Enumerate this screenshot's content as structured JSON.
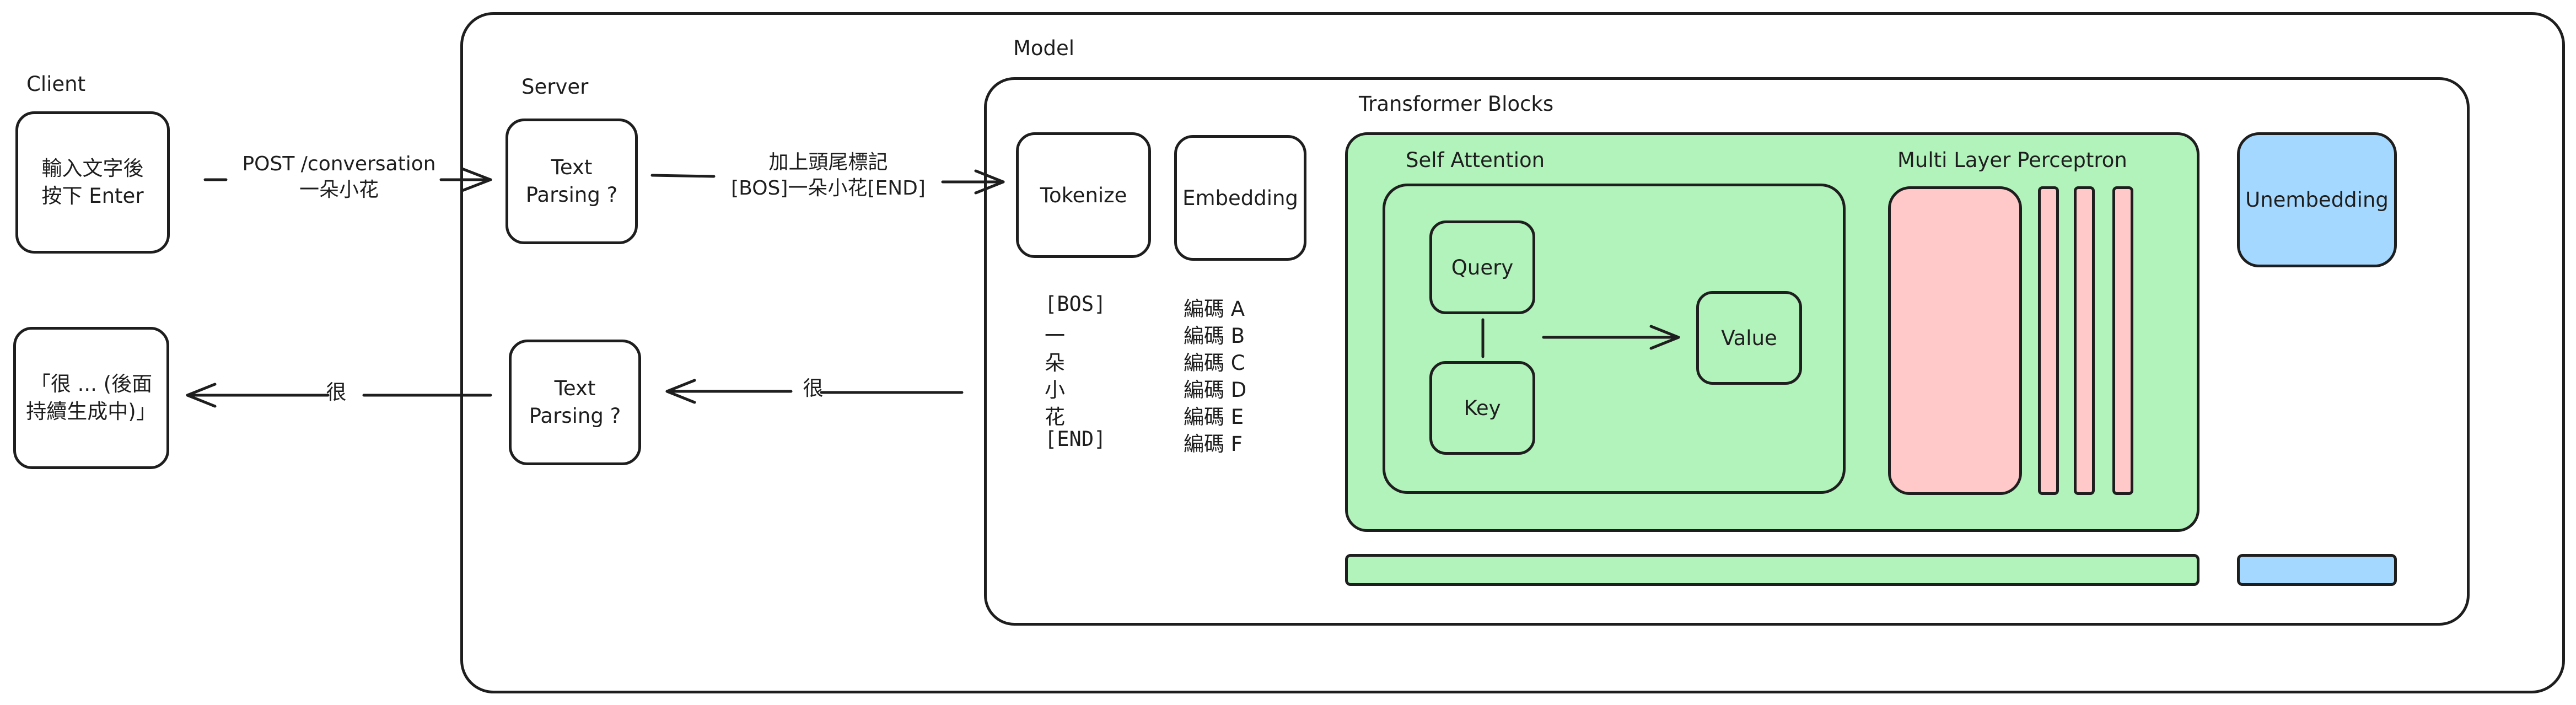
{
  "colors": {
    "stroke": "#1e1e1e",
    "green": "#b2f2bb",
    "red": "#ffc9c9",
    "blue": "#a5d8ff"
  },
  "labels": {
    "client": "Client",
    "server": "Server",
    "model": "Model",
    "transformer_blocks": "Transformer Blocks",
    "self_attention": "Self Attention",
    "mlp": "Multi Layer Perceptron"
  },
  "nodes": {
    "client_input": "輸入文字後\n按下 Enter",
    "client_output": "「很 ... (後面\n持續生成中)」",
    "text_parsing_in": "Text\nParsing ?",
    "text_parsing_out": "Text\nParsing ?",
    "tokenize": "Tokenize",
    "embedding": "Embedding",
    "query": "Query",
    "key": "Key",
    "value": "Value",
    "unembedding": "Unembedding"
  },
  "edges": {
    "post_request": "POST /conversation\n一朵小花",
    "add_markers": "加上頭尾標記\n[BOS]一朵小花[END]",
    "model_to_server": "很",
    "server_to_client": "很"
  },
  "tokens": [
    {
      "token": "[BOS]",
      "code": "編碼 A"
    },
    {
      "token": "一",
      "code": "編碼 B"
    },
    {
      "token": "朵",
      "code": "編碼 C"
    },
    {
      "token": "小",
      "code": "編碼 D"
    },
    {
      "token": "花",
      "code": "編碼 E"
    },
    {
      "token": "[END]",
      "code": "編碼 F"
    }
  ]
}
